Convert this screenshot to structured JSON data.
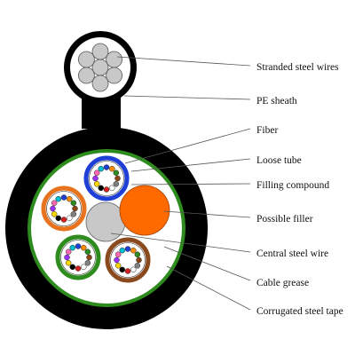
{
  "labels": {
    "stranded_steel_wires": "Stranded steel wires",
    "pe_sheath": "PE sheath",
    "fiber": "Fiber",
    "loose_tube": "Loose tube",
    "filling_compound": "Filling compound",
    "possible_filler": "Possible filler",
    "central_steel_wire": "Central steel wire",
    "cable_grease": "Cable grease",
    "corrugated_steel_tape": "Corrugated steel tape"
  },
  "colors": {
    "sheath": "#000000",
    "corrugated_tape": "#2e8b1e",
    "steel_wire": "#c8c8c8",
    "filler": "#ff6a00",
    "tube_blue": "#1f3fd6",
    "tube_orange": "#e8731e",
    "tube_green": "#2e8b1e",
    "tube_brown": "#8b4a1e",
    "fiber_colors": [
      "#1f3fd6",
      "#ff8c00",
      "#2e8b1e",
      "#8b4513",
      "#808080",
      "#ffffff",
      "#d62020",
      "#000000",
      "#ffd700",
      "#9b30ff",
      "#ff69b4",
      "#00bcd4"
    ]
  }
}
